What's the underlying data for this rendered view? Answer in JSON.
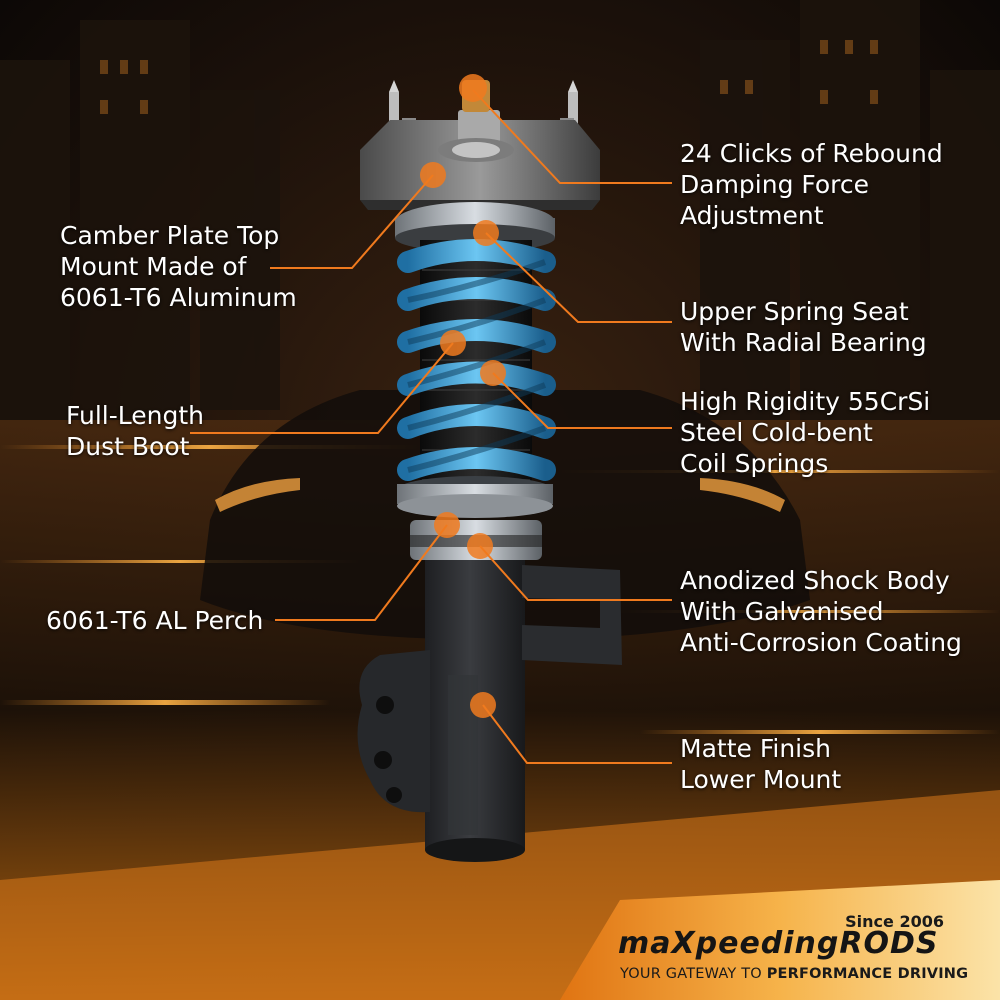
{
  "colors": {
    "accent_orange": "#f07a1e",
    "spring_blue": "#3fa6dc",
    "shock_body": "#2b2d30",
    "background_dark": "#0d0a08"
  },
  "callouts": [
    {
      "id": "rebound",
      "lines": [
        "24 Clicks of Rebound",
        "Damping Force",
        "Adjustment"
      ]
    },
    {
      "id": "camber",
      "lines": [
        "Camber Plate Top",
        "Mount Made of",
        "6061-T6 Aluminum"
      ]
    },
    {
      "id": "spring-seat",
      "lines": [
        "Upper Spring Seat",
        "With Radial Bearing"
      ]
    },
    {
      "id": "springs",
      "lines": [
        "High Rigidity 55CrSi",
        "Steel Cold-bent",
        "Coil Springs"
      ]
    },
    {
      "id": "dust-boot",
      "lines": [
        "Full-Length",
        "Dust Boot"
      ]
    },
    {
      "id": "perch",
      "lines": [
        "6061-T6 AL Perch"
      ]
    },
    {
      "id": "shock-body",
      "lines": [
        "Anodized Shock Body",
        "With Galvanised",
        "Anti-Corrosion Coating"
      ]
    },
    {
      "id": "lower-mount",
      "lines": [
        "Matte Finish",
        "Lower Mount"
      ]
    }
  ],
  "brand": {
    "since": "Since 2006",
    "logo_text": "maXpeedingRODS",
    "tagline_start": "YOUR GATEWAY TO ",
    "tagline_bold": "PERFORMANCE DRIVING"
  }
}
